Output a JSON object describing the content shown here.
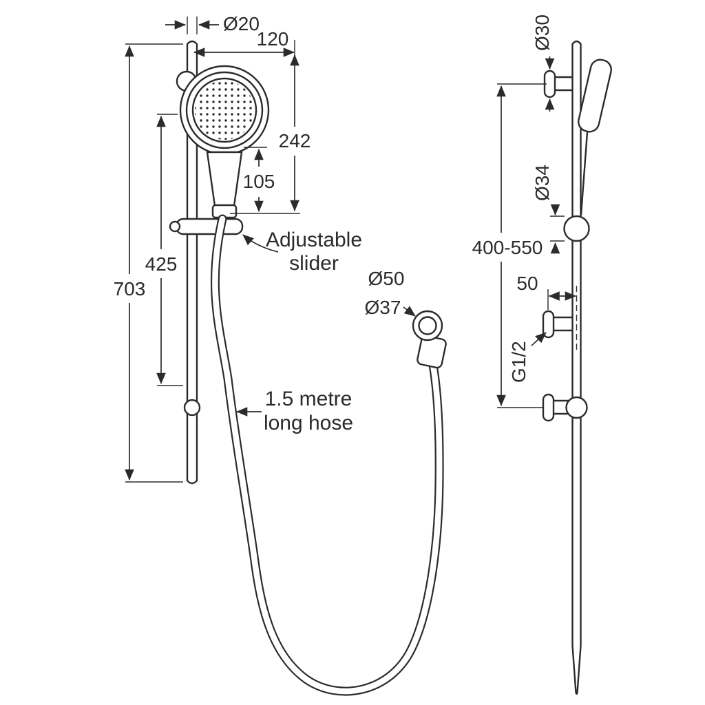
{
  "colors": {
    "line": "#2b2b2b",
    "background": "#ffffff"
  },
  "front_view": {
    "dimensions": {
      "rail_diameter": "Ø20",
      "head_offset": "120",
      "head_height": "242",
      "handle_length": "105",
      "slider_travel": "425",
      "rail_length": "703",
      "connector_outer_diameter": "Ø50",
      "connector_inner_diameter": "Ø37"
    },
    "labels": {
      "slider_line1": "Adjustable",
      "slider_line2": "slider",
      "hose_line1": "1.5 metre",
      "hose_line2": "long hose"
    }
  },
  "side_view": {
    "dimensions": {
      "top_bracket_diameter": "Ø30",
      "slider_diameter": "Ø34",
      "bracket_spacing": "400-550",
      "wall_offset": "50",
      "thread_size": "G1/2"
    }
  }
}
